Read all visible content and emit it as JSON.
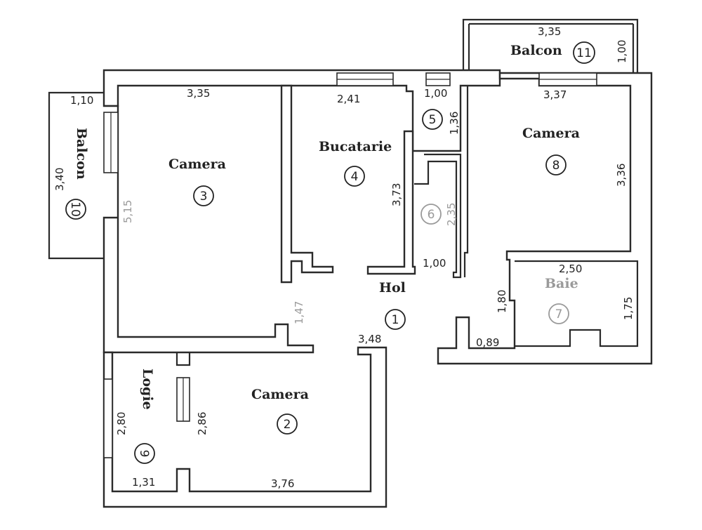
{
  "rooms": {
    "hol": {
      "name": "Hol",
      "number": "1"
    },
    "camera2": {
      "name": "Camera",
      "number": "2"
    },
    "camera3": {
      "name": "Camera",
      "number": "3"
    },
    "bucatarie": {
      "name": "Bucatarie",
      "number": "4"
    },
    "room5": {
      "number": "5"
    },
    "room6": {
      "number": "6"
    },
    "baie": {
      "name": "Baie",
      "number": "7"
    },
    "camera8": {
      "name": "Camera",
      "number": "8"
    },
    "logie": {
      "name": "Logie",
      "number": "9"
    },
    "balcon10": {
      "name": "Balcon",
      "number": "10"
    },
    "balcon11": {
      "name": "Balcon",
      "number": "11"
    }
  },
  "dimensions": {
    "balcon11_width": "3,35",
    "balcon11_depth": "1,00",
    "balcon10_top": "1,10",
    "balcon10_length": "3,40",
    "camera3_width": "3,35",
    "camera3_length": "5,15",
    "bucatarie_width": "2,41",
    "bucatarie_length": "3,73",
    "room5_width": "1,00",
    "room5_length": "1,36",
    "room6_length": "2,35",
    "room6_width": "1,00",
    "camera8_width": "3,37",
    "camera8_length": "3,36",
    "baie_width": "2,50",
    "baie_length": "1,75",
    "baie_wall": "1,80",
    "baie_step": "0,89",
    "hol_length": "1,47",
    "hol_width": "3,48",
    "camera2_length": "2,86",
    "camera2_width": "3,76",
    "logie_length": "2,80",
    "logie_width": "1,31"
  }
}
